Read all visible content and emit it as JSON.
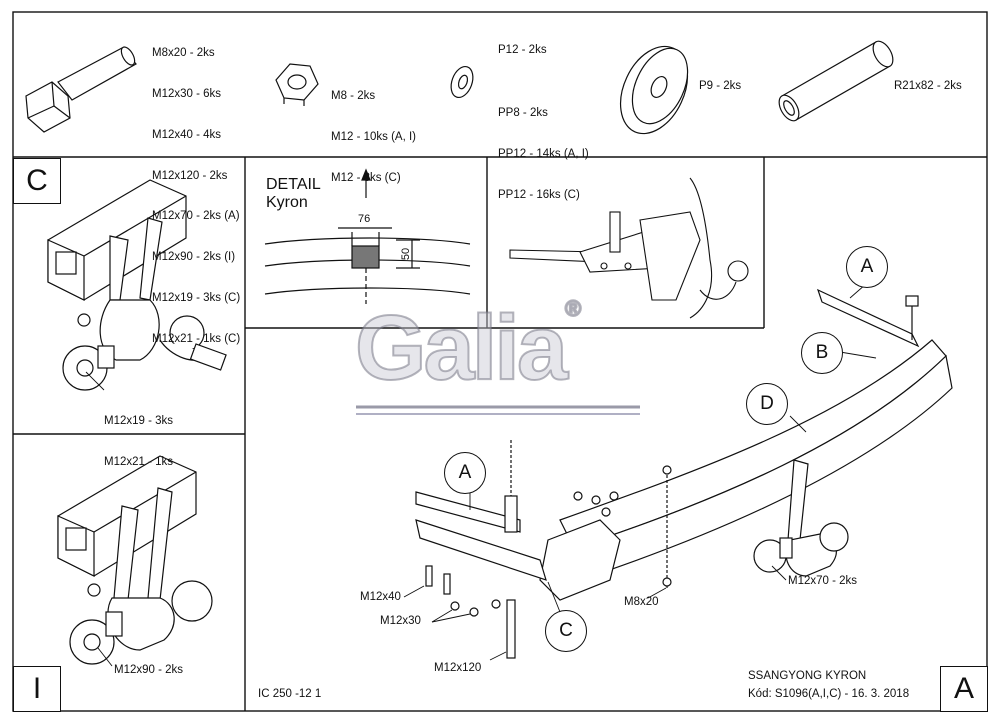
{
  "parts": {
    "bolts": [
      "M8x20 - 2ks",
      "M12x30 - 6ks",
      "M12x40 - 4ks",
      "M12x120 - 2ks",
      "M12x70 - 2ks (A)",
      "M12x90 - 2ks (I)",
      "M12x19 - 3ks (C)",
      "M12x21 - 1ks (C)"
    ],
    "nuts": [
      "M8 - 2ks",
      "M12 - 10ks (A, I)",
      "M12 - 8ks (C)"
    ],
    "washers_p12": "P12 - 2ks",
    "washers_pp": [
      "PP8 - 2ks",
      "PP12 - 14ks (A, I)",
      "PP12 - 16ks (C)"
    ],
    "washer_p9": "P9 - 2ks",
    "tube": "R21x82 - 2ks"
  },
  "panel_c": {
    "letter": "C",
    "bolts": [
      "M12x19 - 3ks",
      "M12x21 - 1ks"
    ]
  },
  "panel_i": {
    "letter": "I",
    "bolt": "M12x90 - 2ks"
  },
  "detail": {
    "title_line1": "DETAIL",
    "title_line2": "Kyron",
    "dim_width": "76",
    "dim_height": "50"
  },
  "main": {
    "labels": {
      "m12x40": "M12x40",
      "m12x30": "M12x30",
      "m12x120": "M12x120",
      "m8x20": "M8x20",
      "m12x70": "M12x70 - 2ks"
    },
    "callouts": {
      "a_top": "A",
      "b": "B",
      "d": "D",
      "a_left": "A",
      "c": "C"
    },
    "letter": "A"
  },
  "footer": {
    "drawing_no": "IC 250 -12 1",
    "model": "SSANGYONG KYRON",
    "code": "Kód: S1096(A,I,C) - 16. 3. 2018"
  },
  "watermark": {
    "text": "Galia",
    "registered": "®"
  },
  "colors": {
    "line": "#111111",
    "watermark_fill": "#c8c8d2",
    "watermark_stroke": "#78788a"
  }
}
